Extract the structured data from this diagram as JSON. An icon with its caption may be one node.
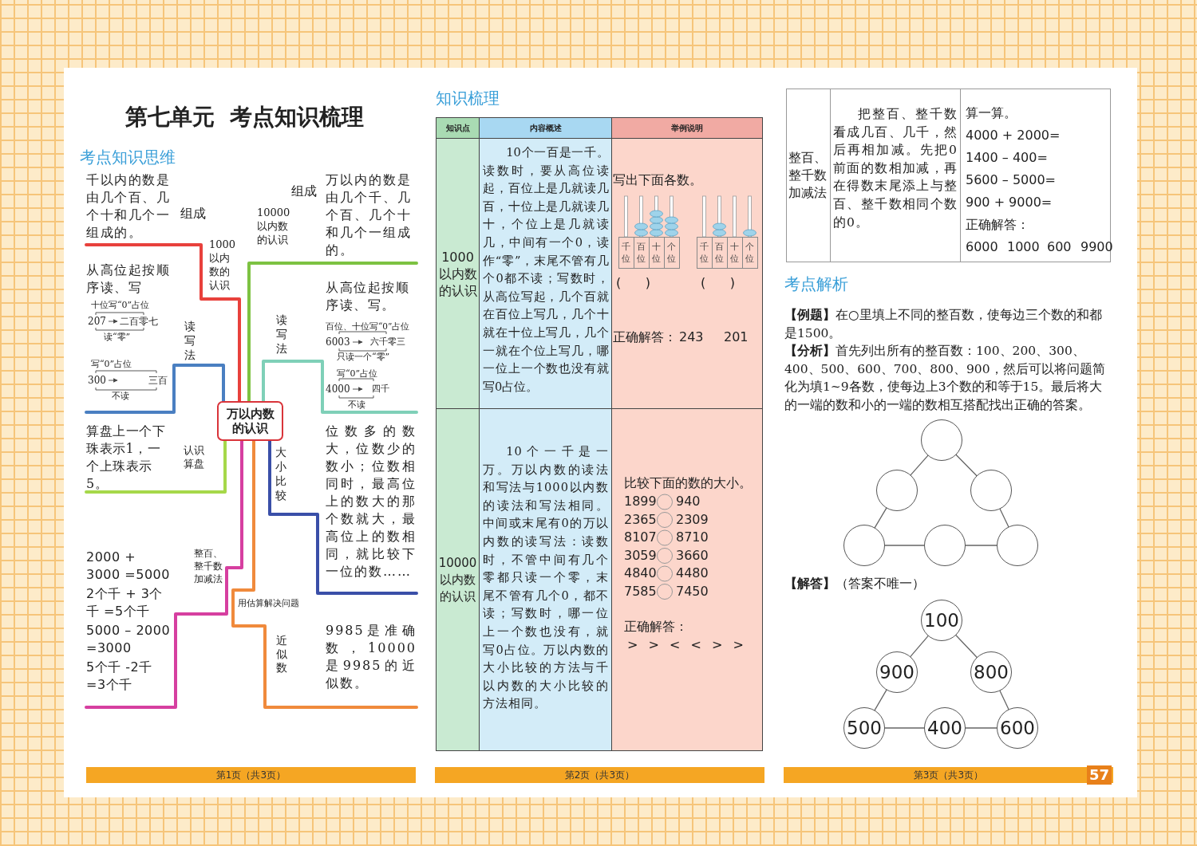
{
  "diagram": {
    "title": "第七单元  考点知识梳理",
    "nodes": [
      {
        "text": [
          "万以内数的认识"
        ]
      },
      {
        "text": [
          "千以内的数是由几个百、几个十和几个一组成的。"
        ],
        "beside": [
          "组成"
        ]
      },
      {
        "text": [
          "万以内的数是由几个千、几个百、几个十和几个一组成的。"
        ],
        "beside": [
          "组成"
        ]
      },
      {
        "text": [
          "从高位起按顺序读、写",
          "十位写“0”占位",
          "207",
          "二百零七",
          "读“零”",
          "写“0”占位",
          "300",
          "三百",
          "不读"
        ]
      },
      {
        "text": [
          "从高位起按顺序读、写。",
          "百位、十位写“0”占位",
          "6003",
          "六千零三",
          "只读一个“零”",
          "写“0”占位",
          "4000",
          "四千",
          "不读"
        ]
      },
      {
        "text": [
          "算盘上一个下珠表示1，一个上珠表示5。"
        ]
      },
      {
        "text": [
          "位数多的数大，位数少的数小；位数相同时，最高位上的数大的那个数就大，最高位上的数相同，就比较下一位的数……"
        ]
      },
      {
        "text": [
          "2000 + 3000 =5000",
          "2个千 + 3个千 =5个千",
          "5000 – 2000 =3000",
          "5个千 -2千 =3个千"
        ]
      },
      {
        "text": [
          "9985是准确数，10000是9985的近似数。"
        ],
        "beside": [
          "近似数"
        ]
      },
      {
        "text": [],
        "shape": "circle"
      },
      {
        "text": [],
        "shape": "circle"
      },
      {
        "text": [],
        "shape": "circle"
      },
      {
        "text": [],
        "shape": "circle"
      },
      {
        "text": [],
        "shape": "circle"
      },
      {
        "text": [],
        "shape": "circle"
      },
      {
        "text": [
          "100"
        ]
      },
      {
        "text": [
          "900"
        ]
      },
      {
        "text": [
          "800"
        ]
      },
      {
        "text": [
          "500"
        ]
      },
      {
        "text": [
          "400"
        ]
      },
      {
        "text": [
          "600"
        ]
      }
    ],
    "edges": [
      {
        "from": 0,
        "to": 1,
        "arrow": "none",
        "label": "1000以内数的认识",
        "style": "thick",
        "color": "#e8413c"
      },
      {
        "from": 0,
        "to": 2,
        "arrow": "none",
        "label": "10000以内数的认识",
        "style": "thick",
        "color": "#7dc242"
      },
      {
        "from": 0,
        "to": 3,
        "arrow": "none",
        "label": "读写法",
        "style": "thick",
        "color": "#4a7fc1"
      },
      {
        "from": 0,
        "to": 4,
        "arrow": "none",
        "label": "读写法",
        "style": "thick",
        "color": "#7fd0b8"
      },
      {
        "from": 0,
        "to": 5,
        "arrow": "none",
        "label": "认识算盘",
        "style": "thick",
        "color": "#a6d84a"
      },
      {
        "from": 0,
        "to": 6,
        "arrow": "none",
        "label": "大小比较",
        "style": "thick",
        "color": "#3a4fa8"
      },
      {
        "from": 0,
        "to": 7,
        "arrow": "none",
        "label": "整百、整千数加减法",
        "style": "thick",
        "color": "#d63fa0"
      },
      {
        "from": 0,
        "to": 8,
        "arrow": "none",
        "label": "用估算解决问题",
        "style": "thick",
        "color": "#f08a3c"
      },
      {
        "from": 9,
        "to": 10,
        "arrow": "none"
      },
      {
        "from": 9,
        "to": 11,
        "arrow": "none"
      },
      {
        "from": 10,
        "to": 12,
        "arrow": "none"
      },
      {
        "from": 11,
        "to": 14,
        "arrow": "none"
      },
      {
        "from": 12,
        "to": 13,
        "arrow": "none"
      },
      {
        "from": 13,
        "to": 14,
        "arrow": "none"
      },
      {
        "from": 15,
        "to": 16,
        "arrow": "none"
      },
      {
        "from": 15,
        "to": 17,
        "arrow": "none"
      },
      {
        "from": 16,
        "to": 18,
        "arrow": "none"
      },
      {
        "from": 17,
        "to": 20,
        "arrow": "none"
      },
      {
        "from": 18,
        "to": 19,
        "arrow": "none"
      },
      {
        "from": 19,
        "to": 20,
        "arrow": "none"
      }
    ],
    "labels": [
      "考点知识思维",
      "知识梳理",
      "知识点",
      "内容概述",
      "举例说明",
      "1000以内数的认识",
      "10个一百是一千。读数时，要从高位读起，百位上是几就读几百，十位上是几就读几十，个位上是几就读几，中间有一个0，读作“零”，末尾不管有几个0都不读；写数时，从高位写起，几个百就在百位上写几，几个十就在十位上写几，几个一就在个位上写几，哪一位上一个数也没有就写0占位。",
      "写出下面各数。",
      "千位",
      "百位",
      "十位",
      "个位",
      "千位",
      "百位",
      "十位",
      "个位",
      "(      )",
      "(      )",
      "正确解答：",
      "243",
      "201",
      "10000以内数的认识",
      "10个一千是一万。万以内数的读法和写法与1000以内数的读法和写法相同。中间或末尾有0的万以内数的读写法：读数时，不管中间有几个零都只读一个零，末尾不管有几个0，都不读；写数时，哪一位上一个数也没有，就写0占位。万以内数的大小比较的方法与千以内数的大小比较的方法相同。",
      "比较下面的数的大小。",
      "1899",
      "940",
      "2365",
      "2309",
      "8107",
      "8710",
      "3059",
      "3660",
      "4840",
      "4480",
      "7585",
      "7450",
      "正确解答：",
      "> > < < > >",
      "整百、整千数加减法",
      "把整百、整千数看成几百、几千，然后再相加减。先把0前面的数相加减，再在得数末尾添上与整百、整千数相同个数的0。",
      "算一算。",
      "4000 + 2000=",
      "1400 – 400=",
      "5600 – 5000=",
      "900 + 9000=",
      "正确解答：",
      "6000",
      "1000",
      "600",
      "9900",
      "考点解析",
      "**【例题】**在○里填上不同的整百数，使每边三个数的和都是1500。",
      "**【分析】**首先列出所有的整百数：100、200、300、400、500、600、700、800、900，然后可以将问题简化为填1~9各数，使每边上3个数的和等于15。最后将大的一端的数和小的一端的数相互搭配找出正确的答案。",
      "**【解答】**（答案不唯一）",
      "第1页（共3页）",
      "第2页（共3页）",
      "第3页（共3页）",
      "57"
    ]
  }
}
